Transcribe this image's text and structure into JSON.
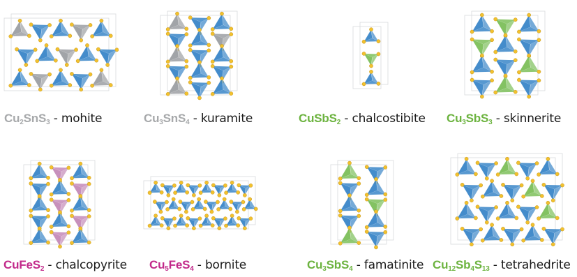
{
  "colors": {
    "gray": "#a7a9ab",
    "green": "#6cb33f",
    "magenta": "#c2298a",
    "blue_tetra": "#3a86c8",
    "gray_tetra": "#9c9fa3",
    "green_tetra": "#7cbf5a",
    "pink_tetra": "#c48ab8",
    "sulfur": "#f2c12e"
  },
  "minerals": [
    {
      "id": "mohite",
      "formula_parts": [
        {
          "t": "Cu"
        },
        {
          "t": "2",
          "sub": true
        },
        {
          "t": "SnS"
        },
        {
          "t": "3",
          "sub": true
        }
      ],
      "sep": " - ",
      "name": "mohite",
      "formula_color": "gray",
      "icon": "crystal-structure-mohite"
    },
    {
      "id": "kuramite",
      "formula_parts": [
        {
          "t": "Cu"
        },
        {
          "t": "3",
          "sub": true
        },
        {
          "t": "SnS"
        },
        {
          "t": "4",
          "sub": true
        }
      ],
      "sep": " - ",
      "name": "kuramite",
      "formula_color": "gray",
      "icon": "crystal-structure-kuramite"
    },
    {
      "id": "chalcostibite",
      "formula_parts": [
        {
          "t": "CuSbS"
        },
        {
          "t": "2",
          "sub": true
        }
      ],
      "sep": " - ",
      "name": "chalcostibite",
      "formula_color": "green",
      "icon": "crystal-structure-chalcostibite"
    },
    {
      "id": "skinnerite",
      "formula_parts": [
        {
          "t": "Cu"
        },
        {
          "t": "3",
          "sub": true
        },
        {
          "t": "SbS"
        },
        {
          "t": "3",
          "sub": true
        }
      ],
      "sep": " - ",
      "name": "skinnerite",
      "formula_color": "green",
      "icon": "crystal-structure-skinnerite"
    },
    {
      "id": "chalcopyrite",
      "formula_parts": [
        {
          "t": "CuFeS"
        },
        {
          "t": "2",
          "sub": true
        }
      ],
      "sep": " - ",
      "name": "chalcopyrite",
      "formula_color": "magenta",
      "icon": "crystal-structure-chalcopyrite"
    },
    {
      "id": "bornite",
      "formula_parts": [
        {
          "t": "Cu"
        },
        {
          "t": "5",
          "sub": true
        },
        {
          "t": "FeS"
        },
        {
          "t": "4",
          "sub": true
        }
      ],
      "sep": " - ",
      "name": "bornite",
      "formula_color": "magenta",
      "icon": "crystal-structure-bornite"
    },
    {
      "id": "famatinite",
      "formula_parts": [
        {
          "t": "Cu"
        },
        {
          "t": "3",
          "sub": true
        },
        {
          "t": "SbS"
        },
        {
          "t": "4",
          "sub": true
        }
      ],
      "sep": " - ",
      "name": "famatinite",
      "formula_color": "green",
      "icon": "crystal-structure-famatinite"
    },
    {
      "id": "tetrahedrite",
      "formula_parts": [
        {
          "t": "Cu"
        },
        {
          "t": "12",
          "sub": true
        },
        {
          "t": "Sb"
        },
        {
          "t": "4",
          "sub": true
        },
        {
          "t": "S"
        },
        {
          "t": "13",
          "sub": true
        }
      ],
      "sep": " - ",
      "name": "tetrahedrite",
      "formula_color": "green",
      "icon": "crystal-structure-tetrahedrite"
    }
  ]
}
